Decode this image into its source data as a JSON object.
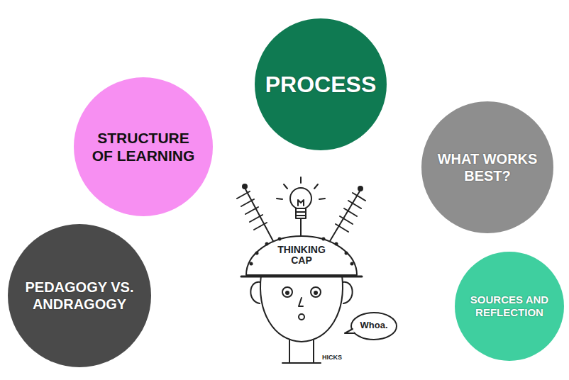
{
  "diagram": {
    "nodes": [
      {
        "text": [
          "PROCESS"
        ]
      },
      {
        "text": [
          "STRUCTURE OF LEARNING"
        ]
      },
      {
        "text": [
          "WHAT WORKS BEST?"
        ]
      },
      {
        "text": [
          "PEDAGOGY VS. ANDRAGOGY"
        ]
      },
      {
        "text": [
          "SOURCES AND REFLECTION"
        ]
      }
    ],
    "labels": [
      "THINKING CAP",
      "Whoa.",
      "HICKS"
    ]
  }
}
